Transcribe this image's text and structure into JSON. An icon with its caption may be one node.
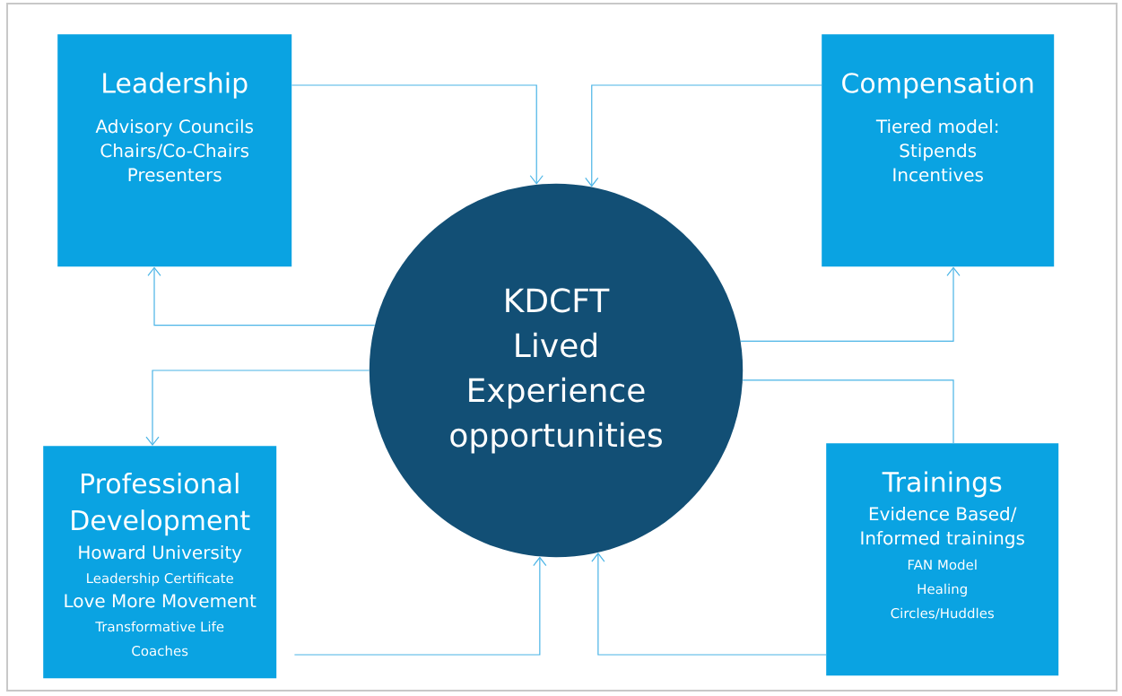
{
  "diagram": {
    "nodes": [
      {
        "text": [
          "Leadership",
          "Advisory Councils",
          "Chairs/Co-Chairs",
          "Presenters"
        ]
      },
      {
        "text": [
          "Compensation",
          "Tiered model:",
          "Stipends",
          "Incentives"
        ]
      },
      {
        "text": [
          "KDCFT",
          "Lived Experience opportunities"
        ]
      },
      {
        "text": [
          "Professional Development",
          "Howard University",
          "Leadership Certificate",
          "Love More Movement",
          "Transformative Life Coaches"
        ]
      },
      {
        "text": [
          "Trainings",
          "Evidence Based/ Informed trainings",
          "FAN Model",
          "Healing Circles/Huddles"
        ]
      }
    ],
    "edges": [
      {
        "from": 0,
        "to": 2,
        "arrow": "to"
      },
      {
        "from": 1,
        "to": 2,
        "arrow": "to"
      },
      {
        "from": 2,
        "to": 0,
        "arrow": "to"
      },
      {
        "from": 2,
        "to": 3,
        "arrow": "to"
      },
      {
        "from": 2,
        "to": 1,
        "arrow": "to"
      },
      {
        "from": 2,
        "to": 4,
        "arrow": "none"
      },
      {
        "from": 3,
        "to": 2,
        "arrow": "to"
      },
      {
        "from": 4,
        "to": 2,
        "arrow": "to"
      }
    ]
  }
}
